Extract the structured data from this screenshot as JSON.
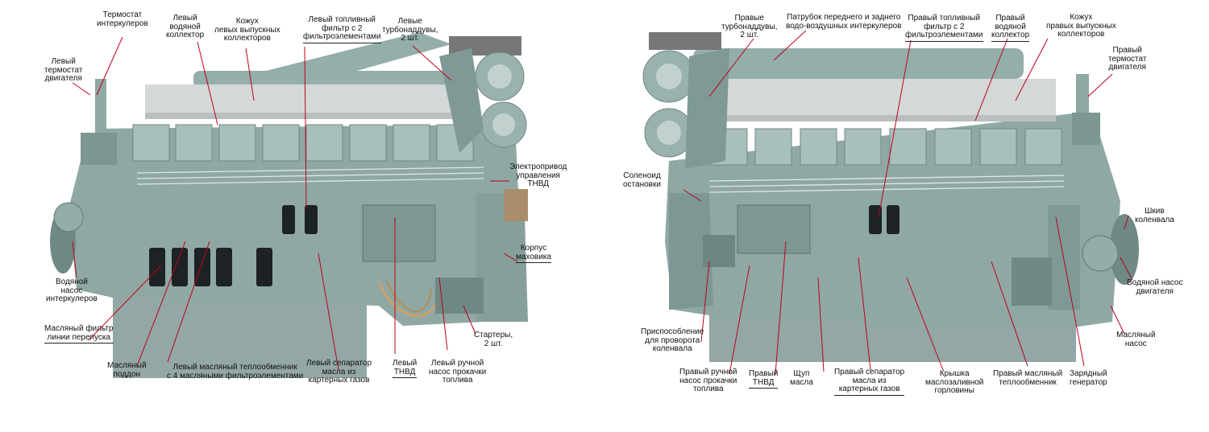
{
  "left_engine": {
    "labels": {
      "thermostat_intercoolers": "Термостат\nинтеркулеров",
      "left_water_manifold": "Левый\nводяной\nколлектор",
      "exhaust_manifold_casing": "Кожух\nлевых выпускных\nколлекторов",
      "left_fuel_filter": "Левый топливный\nфильтр с 2\nфильтроэлементами",
      "left_turbochargers": "Левые\nтурбонаддувы,\n2 шт.",
      "left_engine_thermostat": "Левый\nтермостат\nдвигателя",
      "fuel_pump_electric_drive": "Электропривод\nуправления\nТНВД",
      "flywheel_housing": "Корпус\nмаховика",
      "intercooler_water_pump": "Водяной\nнасос\nинтеркулеров",
      "bypass_oil_filter": "Масляный фильтр\nлинии перепуска",
      "starters": "Стартеры,\n2 шт.",
      "oil_pan": "Масляный\nподдон",
      "left_oil_cooler": "Левый масляный теплообменник\nс 4 масляными фильтроэлементами",
      "left_oil_separator": "Левый сепаратор\nмасла из\nкартерных газов",
      "left_injection_pump": "Левый\nТНВД",
      "left_hand_priming_pump": "Левый ручной\nнасос прокачки\nтоплива"
    }
  },
  "right_engine": {
    "labels": {
      "right_turbochargers": "Правые\nтурбонаддувы,\n2 шт.",
      "intercooler_pipe": "Патрубок переднего и заднего\nводо-воздушных интеркулеров",
      "right_fuel_filter": "Правый топливный\nфильтр с 2\nфильтроэлементами",
      "right_water_manifold": "Правый\nводяной\nколлектор",
      "exhaust_manifold_casing": "Кожух\nправых выпускных\nколлекторов",
      "right_engine_thermostat": "Правый\nтермостат\nдвигателя",
      "stop_solenoid": "Соленоид\nостановки",
      "crankshaft_pulley": "Шкив\nколенвала",
      "engine_water_pump": "Водяной насос\nдвигателя",
      "cranking_device": "Приспособление\nдля проворота\nколенвала",
      "oil_pump": "Масляный\nнасос",
      "right_hand_priming_pump": "Правый ручной\nнасос прокачки\nтоплива",
      "right_injection_pump": "Правый\nТНВД",
      "dipstick": "Щуп\nмасла",
      "right_oil_separator": "Правый сепаратор\nмасла из\nкартерных газов",
      "oil_filler_cap": "Крышка\nмаслозаливной\nгорловины",
      "right_oil_cooler": "Правый масляный\nтеплообменник",
      "charging_generator": "Зарядный\nгенератор"
    }
  },
  "colors": {
    "engine_body": "#8fa8a4",
    "engine_dark": "#5f7a76",
    "engine_light": "#b6cac7",
    "casing": "#d4d8d8",
    "pan": "#93a7a6",
    "leader": "#c0001a",
    "filter": "#1d2224"
  }
}
